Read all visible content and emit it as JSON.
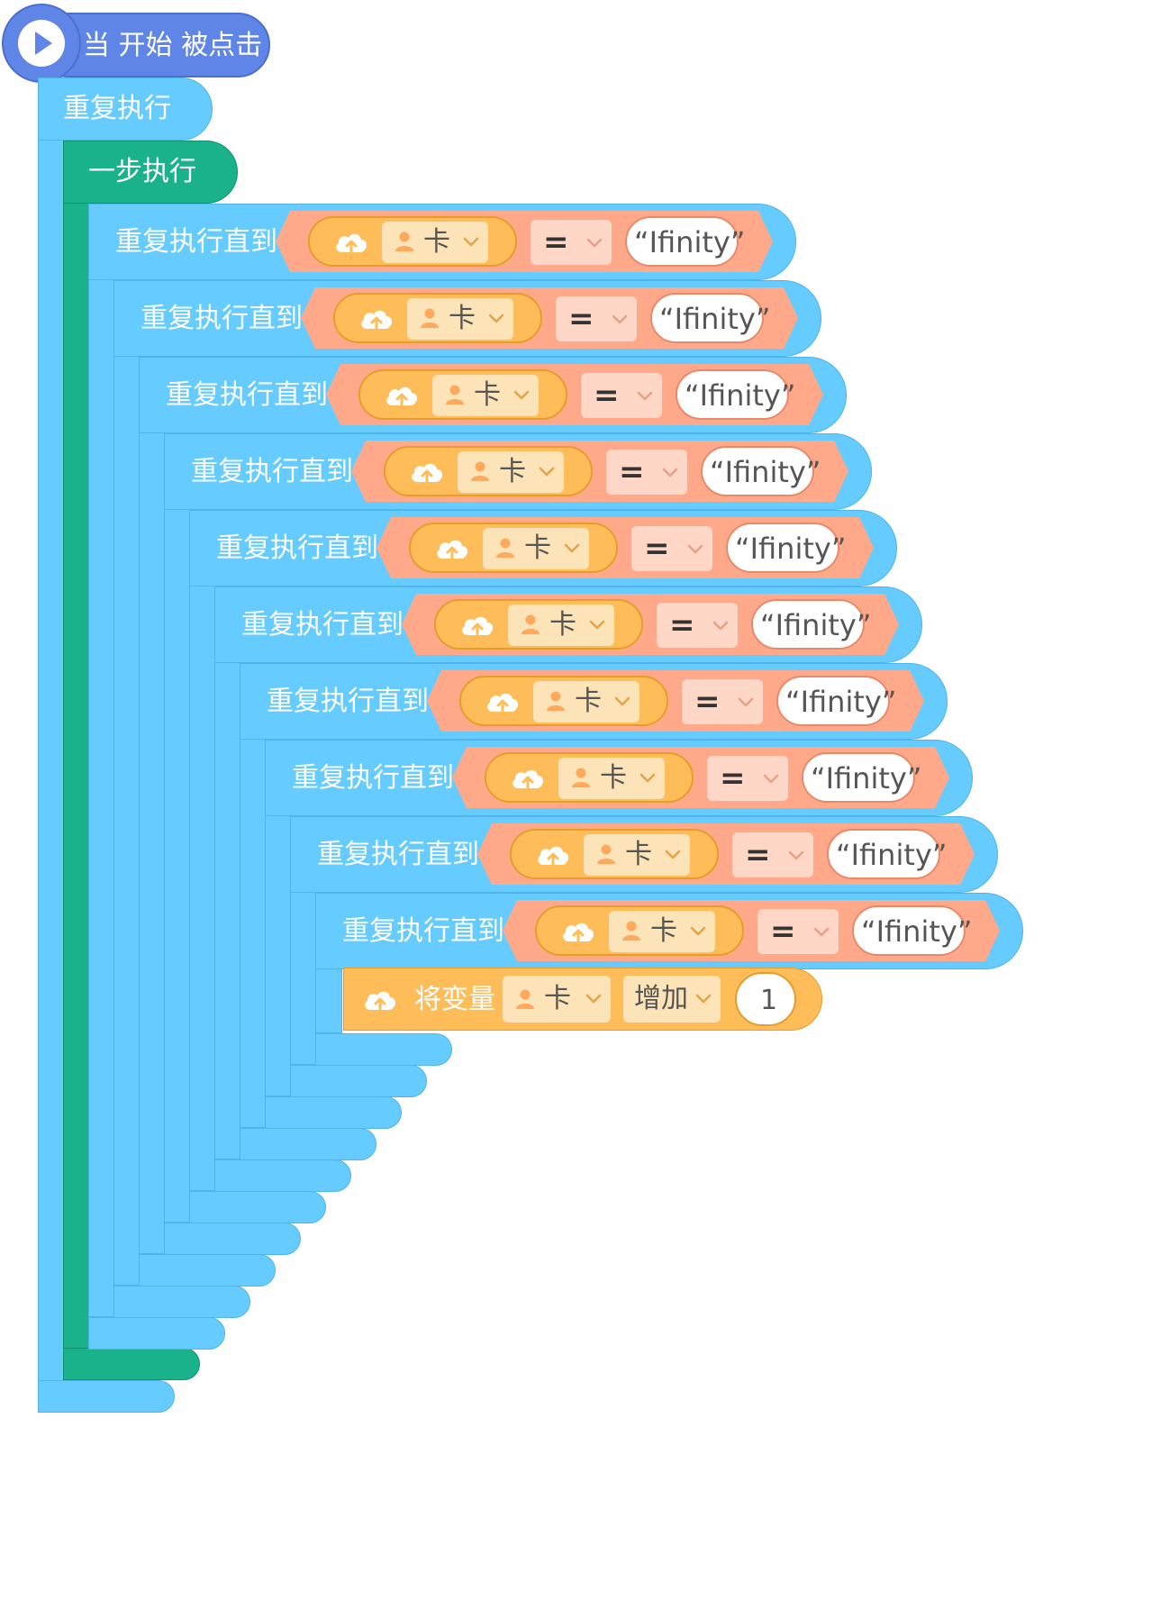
{
  "hat": {
    "label": "当 开始 被点击"
  },
  "forever": {
    "label": "重复执行"
  },
  "step": {
    "label": "一步执行"
  },
  "repeat_until": {
    "label": "重复执行直到",
    "variable_name": "卡",
    "operator": "=",
    "value": "“Ifinity”",
    "count": 10
  },
  "change_block": {
    "label": "将变量",
    "variable_name": "卡",
    "action": "增加",
    "amount": "1"
  },
  "colors": {
    "hat": "#5f85e6",
    "control": "#66ccff",
    "step": "#1ab28b",
    "operator": "#ffa98a",
    "variable": "#ffbd59"
  }
}
